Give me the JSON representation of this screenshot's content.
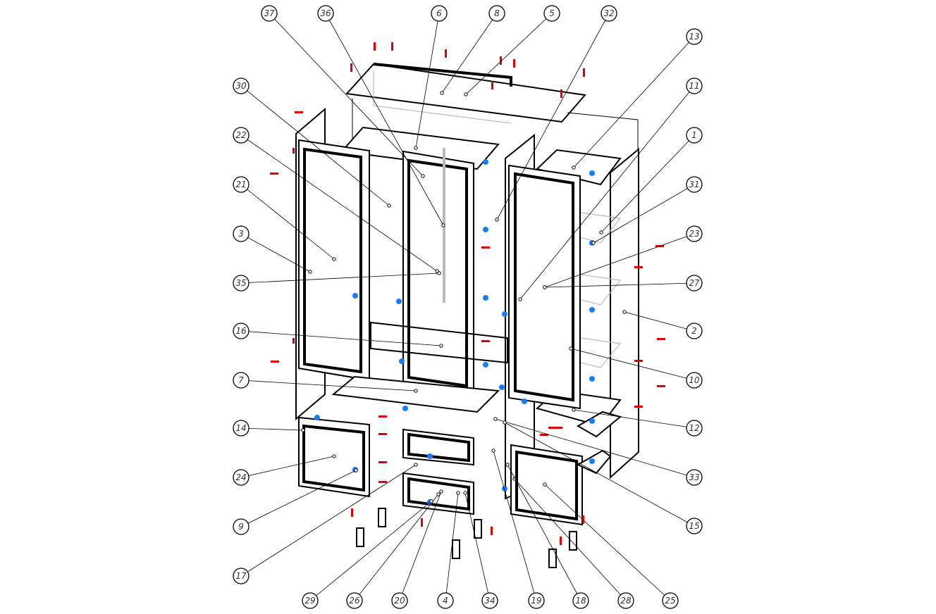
{
  "drawing": {
    "title": "Exploded assembly view",
    "colors": {
      "line": "#000000",
      "hidden_line": "#bbbbbb",
      "fastener_marks": "#e00000",
      "hinge_marks": "#1a7bff"
    },
    "callouts": [
      "37",
      "36",
      "6",
      "8",
      "5",
      "32",
      "13",
      "11",
      "1",
      "31",
      "23",
      "27",
      "2",
      "10",
      "12",
      "33",
      "15",
      "25",
      "28",
      "18",
      "19",
      "34",
      "4",
      "20",
      "26",
      "29",
      "17",
      "9",
      "24",
      "14",
      "7",
      "16",
      "35",
      "3",
      "21",
      "22",
      "30"
    ]
  }
}
